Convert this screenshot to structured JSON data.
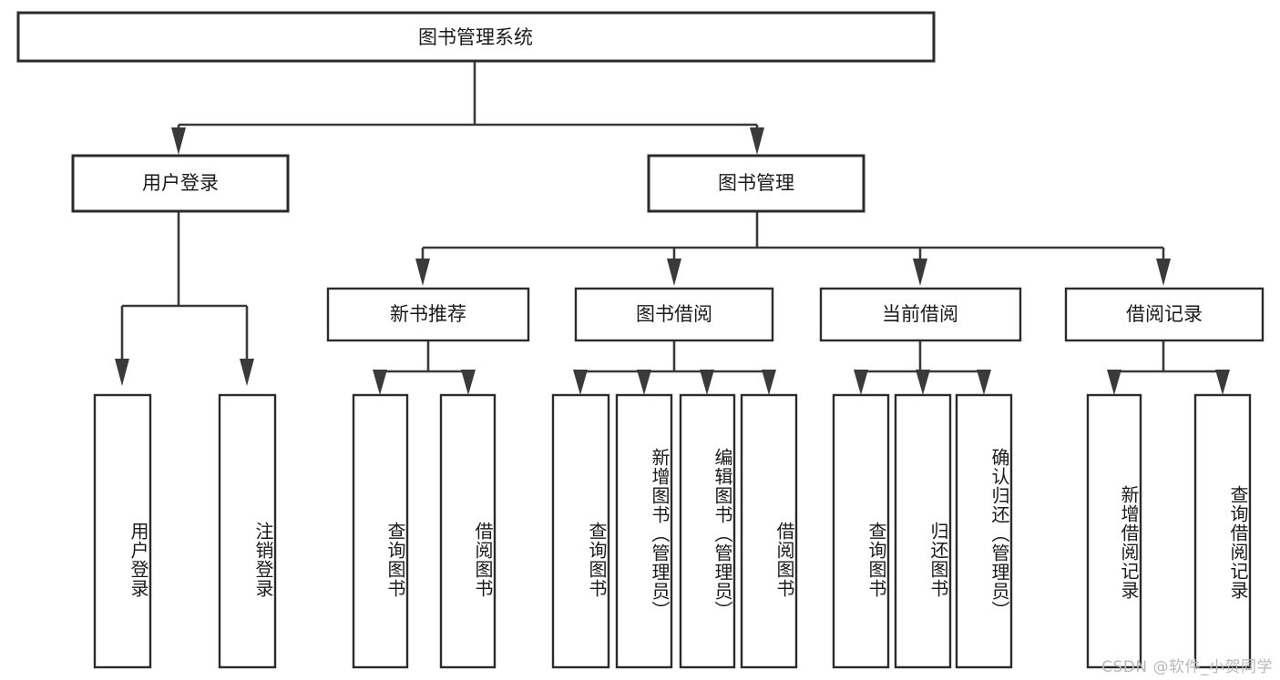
{
  "diagram": {
    "type": "hierarchy-tree",
    "title": "图书管理系统",
    "watermark": "CSDN @软件_小贺同学",
    "root": {
      "label": "图书管理系统"
    },
    "level1": [
      {
        "label": "用户登录"
      },
      {
        "label": "图书管理"
      }
    ],
    "level2": [
      {
        "label": "新书推荐",
        "parent": "图书管理"
      },
      {
        "label": "图书借阅",
        "parent": "图书管理"
      },
      {
        "label": "当前借阅",
        "parent": "图书管理"
      },
      {
        "label": "借阅记录",
        "parent": "图书管理"
      }
    ],
    "leaves": [
      {
        "label": "用户登录",
        "parent": "用户登录"
      },
      {
        "label": "注销登录",
        "parent": "用户登录"
      },
      {
        "label": "查询图书",
        "parent": "新书推荐"
      },
      {
        "label": "借阅图书",
        "parent": "新书推荐"
      },
      {
        "label": "查询图书",
        "parent": "图书借阅"
      },
      {
        "label": "新增图书（管理员）",
        "parent": "图书借阅"
      },
      {
        "label": "编辑图书（管理员）",
        "parent": "图书借阅"
      },
      {
        "label": "借阅图书",
        "parent": "图书借阅"
      },
      {
        "label": "查询图书",
        "parent": "当前借阅"
      },
      {
        "label": "归还图书",
        "parent": "当前借阅"
      },
      {
        "label": "确认归还（管理员）",
        "parent": "当前借阅"
      },
      {
        "label": "新增借阅记录",
        "parent": "借阅记录"
      },
      {
        "label": "查询借阅记录",
        "parent": "借阅记录"
      }
    ],
    "colors": {
      "box_stroke": "#2b2b2b",
      "connector": "#3a3a3a",
      "background": "#ffffff",
      "text": "#1a1a1a",
      "watermark": "#b9b9b9"
    }
  }
}
